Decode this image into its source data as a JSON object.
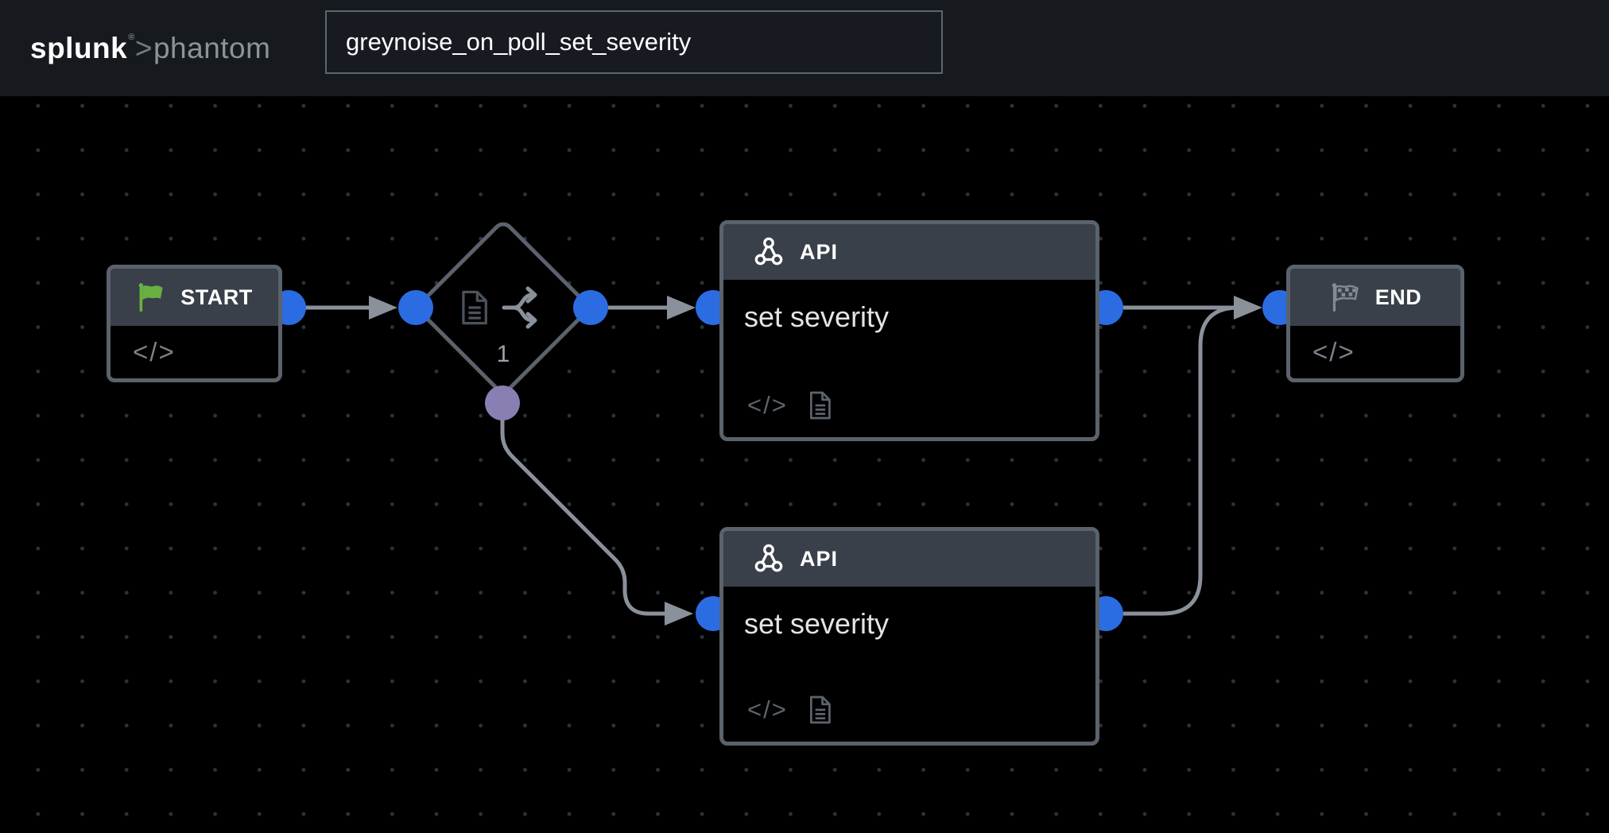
{
  "header": {
    "logo": {
      "brand": "splunk",
      "trademark": "®",
      "chevron": ">",
      "product": "phantom"
    },
    "playbook_name": "greynoise_on_poll_set_severity"
  },
  "nodes": {
    "start": {
      "label": "START"
    },
    "decision": {
      "label": "1"
    },
    "api_top": {
      "badge": "API",
      "title": "set severity"
    },
    "api_bottom": {
      "badge": "API",
      "title": "set severity"
    },
    "end": {
      "label": "END"
    }
  },
  "glyphs": {
    "code": "</>"
  },
  "colors": {
    "topbar_bg": "#161a1f",
    "canvas_bg": "#000000",
    "node_border": "#5a626c",
    "node_header_bg": "#394049",
    "edge_gray": "#8a919b",
    "connector_blue": "#2c6ce2",
    "connector_purple": "#8a7fb3",
    "flag_green": "#69b041",
    "text_white": "#ffffff"
  }
}
